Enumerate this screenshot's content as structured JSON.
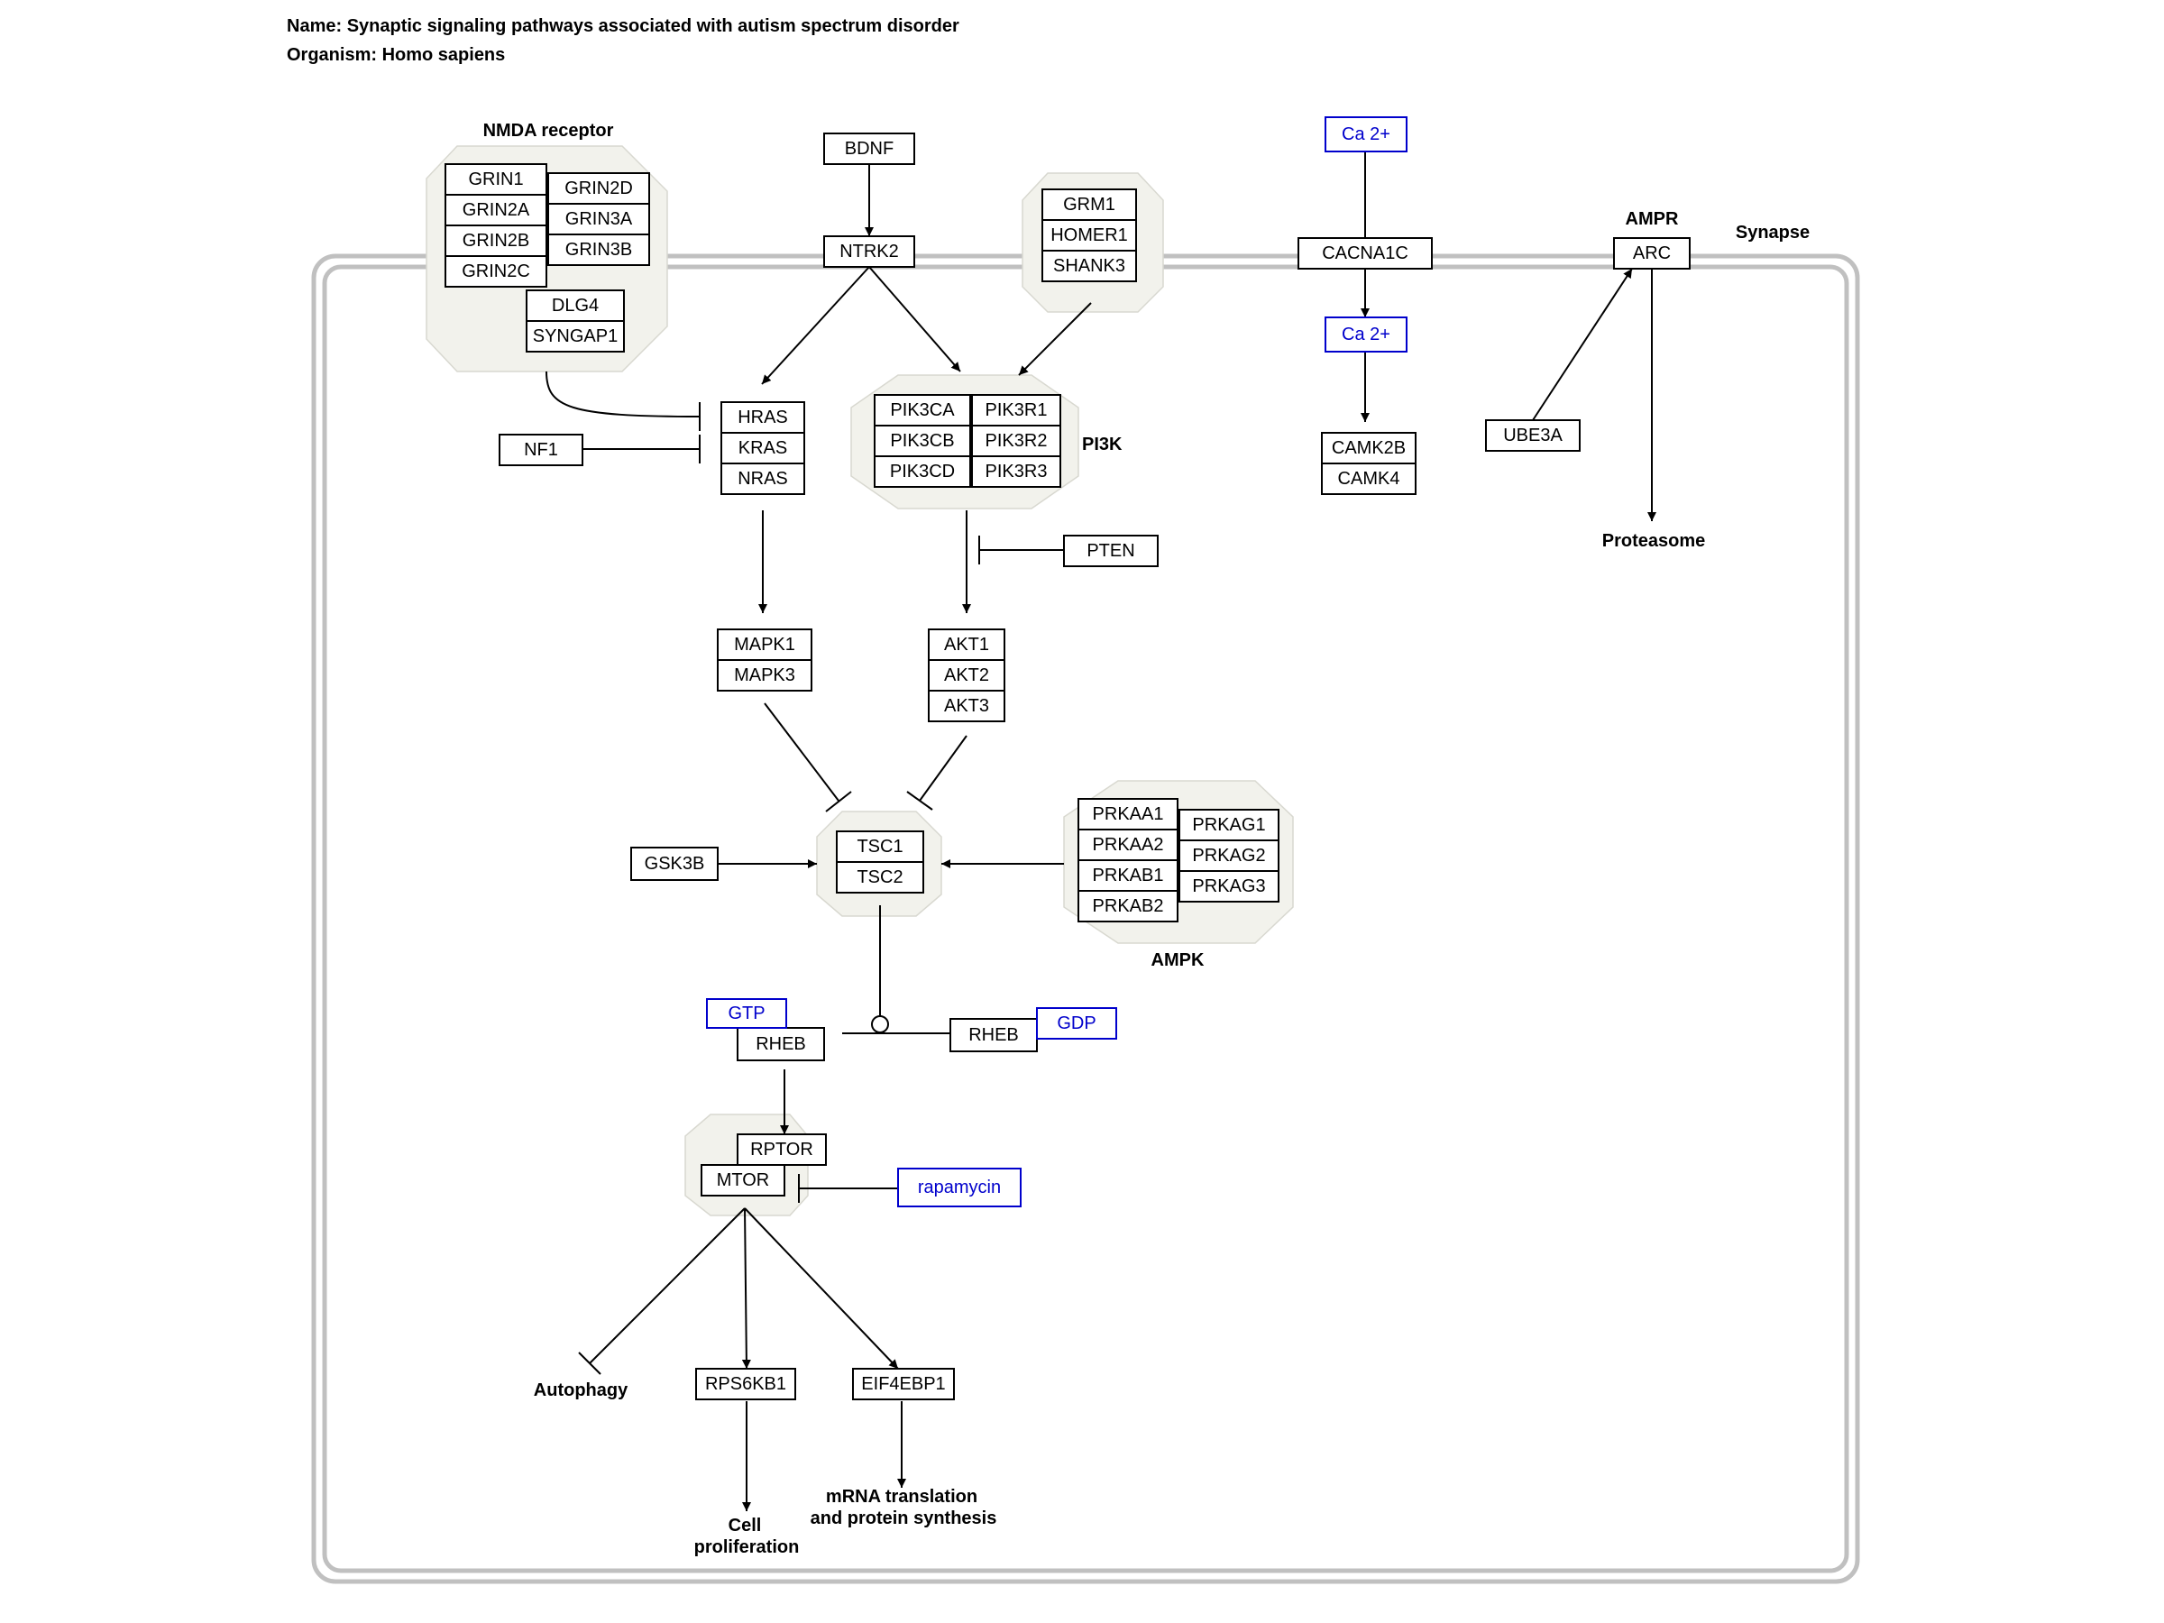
{
  "header": {
    "name_line": "Name: Synaptic signaling pathways associated with autism spectrum disorder",
    "organism_line": "Organism: Homo sapiens"
  },
  "colors": {
    "gene_border": "#000000",
    "metabolite": "#0000cc",
    "group_fill": "#f2f2ec",
    "membrane": "#c0c0c0"
  },
  "labels": {
    "nmda": "NMDA receptor",
    "pi3k": "PI3K",
    "ampk": "AMPK",
    "ampr": "AMPR",
    "synapse": "Synapse",
    "proteasome": "Proteasome",
    "autophagy": "Autophagy",
    "cell_prolif_1": "Cell",
    "cell_prolif_2": "proliferation",
    "mrna_1": "mRNA translation",
    "mrna_2": "and protein synthesis"
  },
  "genes": {
    "GRIN1": "GRIN1",
    "GRIN2A": "GRIN2A",
    "GRIN2B": "GRIN2B",
    "GRIN2C": "GRIN2C",
    "GRIN2D": "GRIN2D",
    "GRIN3A": "GRIN3A",
    "GRIN3B": "GRIN3B",
    "DLG4": "DLG4",
    "SYNGAP1": "SYNGAP1",
    "BDNF": "BDNF",
    "NTRK2": "NTRK2",
    "GRM1": "GRM1",
    "HOMER1": "HOMER1",
    "SHANK3": "SHANK3",
    "CACNA1C": "CACNA1C",
    "ARC": "ARC",
    "UBE3A": "UBE3A",
    "CAMK2B": "CAMK2B",
    "CAMK4": "CAMK4",
    "NF1": "NF1",
    "HRAS": "HRAS",
    "KRAS": "KRAS",
    "NRAS": "NRAS",
    "PIK3CA": "PIK3CA",
    "PIK3CB": "PIK3CB",
    "PIK3CD": "PIK3CD",
    "PIK3R1": "PIK3R1",
    "PIK3R2": "PIK3R2",
    "PIK3R3": "PIK3R3",
    "PTEN": "PTEN",
    "MAPK1": "MAPK1",
    "MAPK3": "MAPK3",
    "AKT1": "AKT1",
    "AKT2": "AKT2",
    "AKT3": "AKT3",
    "GSK3B": "GSK3B",
    "TSC1": "TSC1",
    "TSC2": "TSC2",
    "PRKAA1": "PRKAA1",
    "PRKAA2": "PRKAA2",
    "PRKAB1": "PRKAB1",
    "PRKAB2": "PRKAB2",
    "PRKAG1": "PRKAG1",
    "PRKAG2": "PRKAG2",
    "PRKAG3": "PRKAG3",
    "RHEB_GTP": "RHEB",
    "RHEB_GDP": "RHEB",
    "RPTOR": "RPTOR",
    "MTOR": "MTOR",
    "RPS6KB1": "RPS6KB1",
    "EIF4EBP1": "EIF4EBP1"
  },
  "metabolites": {
    "ca_top": "Ca 2+",
    "ca_mid": "Ca 2+",
    "gtp": "GTP",
    "gdp": "GDP",
    "rapamycin": "rapamycin"
  }
}
